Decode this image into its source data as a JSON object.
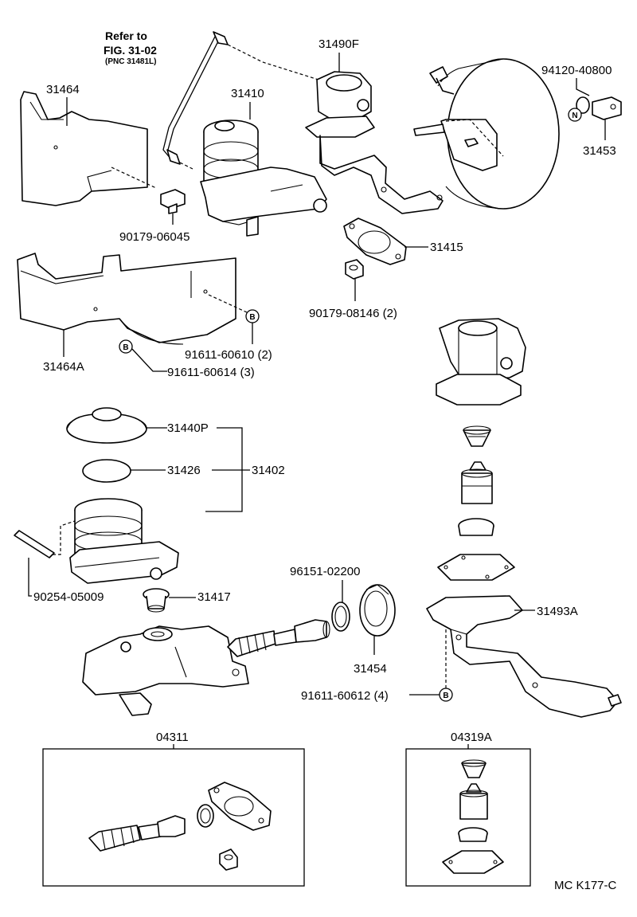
{
  "reference": {
    "line1": "Refer to",
    "line2": "FIG. 31-02",
    "line3": "(PNC 31481L)"
  },
  "callouts": {
    "p31464": "31464",
    "p31410": "31410",
    "p31490F": "31490F",
    "p94120": "94120-40800",
    "p31453": "31453",
    "p90179_06045": "90179-06045",
    "p31415": "31415",
    "p90179_08146": "90179-08146 (2)",
    "p31464A": "31464A",
    "p91611_60610": "91611-60610 (2)",
    "p91611_60614": "91611-60614 (3)",
    "p31440P": "31440P",
    "p31426": "31426",
    "p31402": "31402",
    "p90254": "90254-05009",
    "p31417": "31417",
    "p96151": "96151-02200",
    "p31454": "31454",
    "p31493A": "31493A",
    "p91611_60612": "91611-60612 (4)",
    "p04311": "04311",
    "p04319A": "04319A"
  },
  "symbols": {
    "n": "N",
    "b": "B"
  },
  "footer_code": "MC K177-C"
}
